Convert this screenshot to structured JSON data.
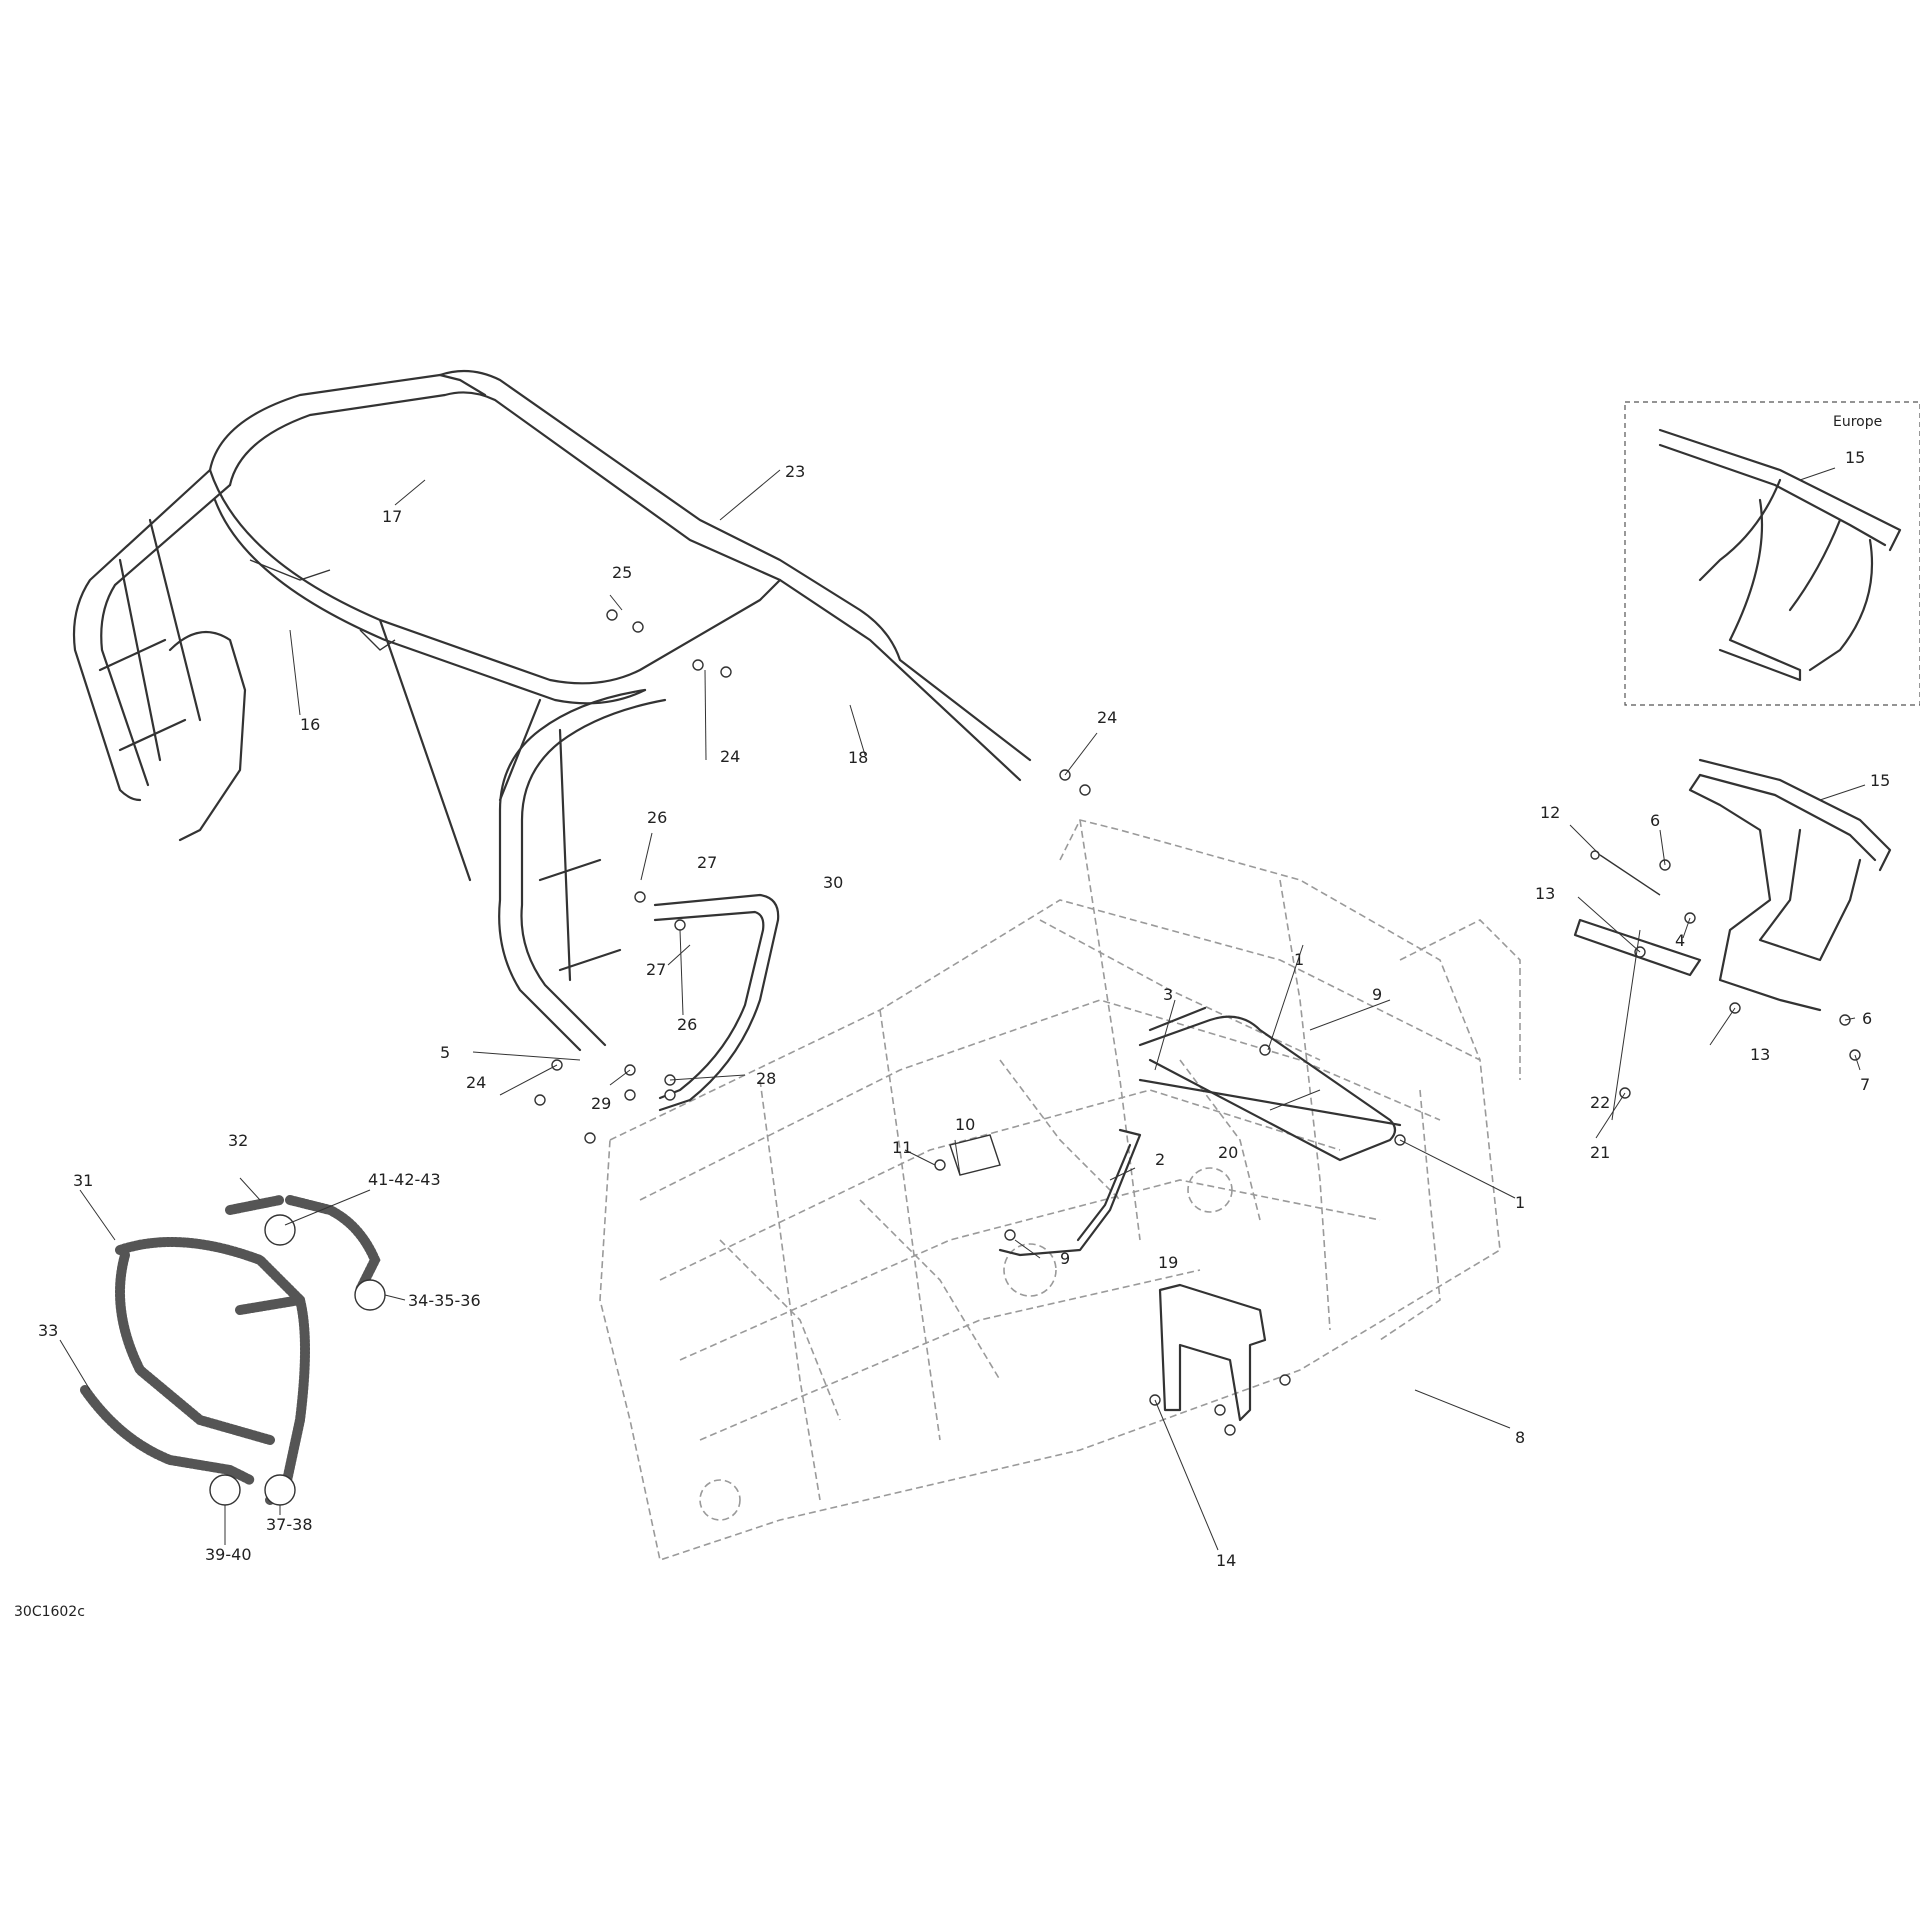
{
  "diagram": {
    "code": "30C1602c",
    "region_label": "Europe",
    "callouts": {
      "c1a": "1",
      "c1b": "1",
      "c2": "2",
      "c3": "3",
      "c4": "4",
      "c5": "5",
      "c6a": "6",
      "c6b": "6",
      "c7": "7",
      "c8": "8",
      "c9a": "9",
      "c9b": "9",
      "c10": "10",
      "c11": "11",
      "c12": "12",
      "c13a": "13",
      "c13b": "13",
      "c14": "14",
      "c15a": "15",
      "c15b": "15",
      "c16": "16",
      "c17": "17",
      "c18": "18",
      "c19": "19",
      "c20": "20",
      "c21": "21",
      "c22": "22",
      "c23": "23",
      "c24a": "24",
      "c24b": "24",
      "c24c": "24",
      "c25": "25",
      "c26a": "26",
      "c26b": "26",
      "c27a": "27",
      "c27b": "27",
      "c28": "28",
      "c29": "29",
      "c30": "30",
      "c31": "31",
      "c32": "32",
      "c33": "33",
      "c34": "34-35-36",
      "c37": "37-38",
      "c39": "39-40",
      "c41": "41-42-43"
    }
  }
}
